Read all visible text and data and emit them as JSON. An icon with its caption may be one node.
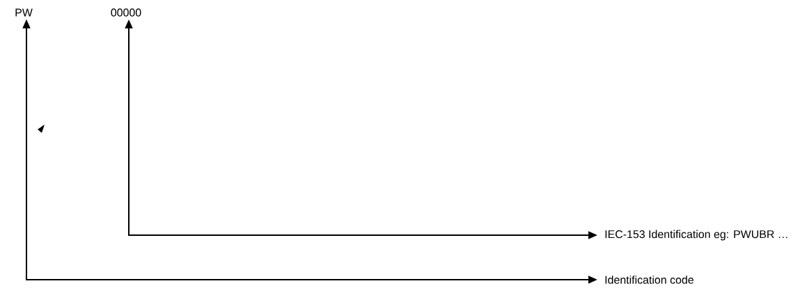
{
  "diagram": {
    "nodes": [
      {
        "text": [
          "PW"
        ]
      },
      {
        "text": [
          "00000"
        ]
      },
      {
        "text": [
          "IEC-153 Identification eg: PWUBR …"
        ]
      },
      {
        "text": [
          "Identification code"
        ]
      }
    ],
    "edges": [
      {
        "from": 1,
        "to": 2,
        "arrow": "both"
      },
      {
        "from": 0,
        "to": 3,
        "arrow": "both"
      }
    ]
  }
}
